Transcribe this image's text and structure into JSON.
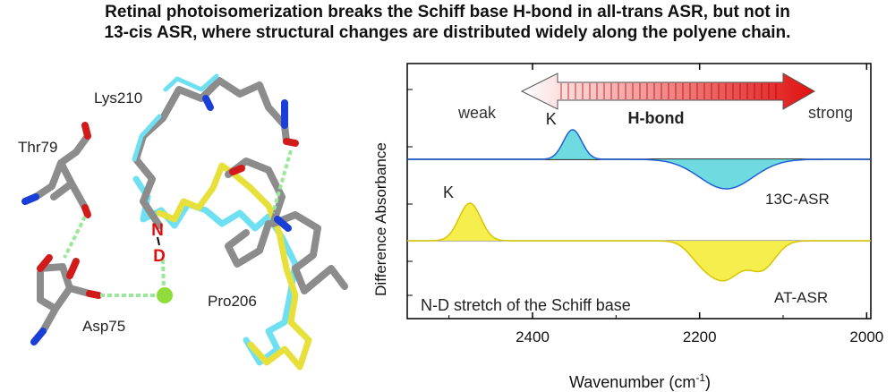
{
  "title": {
    "line1": "Retinal photoisomerization breaks the Schiff base H-bond in all-trans ASR, but not in",
    "line2": "13-cis ASR, where structural changes are distributed widely along the polyene chain."
  },
  "structure": {
    "labels": {
      "lys": "Lys210",
      "thr": "Thr79",
      "asp": "Asp75",
      "pro": "Pro206",
      "n": "N",
      "d": "D"
    },
    "colors": {
      "carbon": "#8c8c8c",
      "nitrogen": "#1a3fd6",
      "oxygen": "#d21a1a",
      "cis": "#6fe0f2",
      "trans": "#e8e03a",
      "water": "#8fdc3a",
      "hbond": "#9be89b"
    }
  },
  "chart_data": {
    "type": "area",
    "xlabel_prefix": "Wavenumber (cm",
    "xlabel_sup": "-1",
    "xlabel_suffix": ")",
    "ylabel": "Difference Absorbance",
    "xlim": [
      2550,
      1995
    ],
    "x_ticks": [
      "2400",
      "2200",
      "2000"
    ],
    "x_tick_values": [
      2400,
      2200,
      2000
    ],
    "arrow": {
      "left": "weak",
      "center": "H-bond",
      "right": "strong"
    },
    "series": [
      {
        "name": "13C-ASR",
        "color": "#1f5fd6",
        "fill": "#5fd6dc",
        "peaks": [
          {
            "label": "K",
            "center": 2352,
            "amplitude": 1.0,
            "sigma": 11
          },
          {
            "center": 2168,
            "amplitude": -1.0,
            "sigma": 32
          }
        ]
      },
      {
        "name": "AT-ASR",
        "color": "#d8c400",
        "fill": "#f4ec3a",
        "peaks": [
          {
            "label": "K",
            "center": 2475,
            "amplitude": 1.0,
            "sigma": 13
          },
          {
            "center": 2170,
            "amplitude": -1.0,
            "sigma": 20
          },
          {
            "center": 2125,
            "amplitude": -0.72,
            "sigma": 16
          },
          {
            "center": 2200,
            "amplitude": -0.35,
            "sigma": 15
          }
        ]
      }
    ],
    "annotation": "N-D stretch of the Schiff base"
  }
}
